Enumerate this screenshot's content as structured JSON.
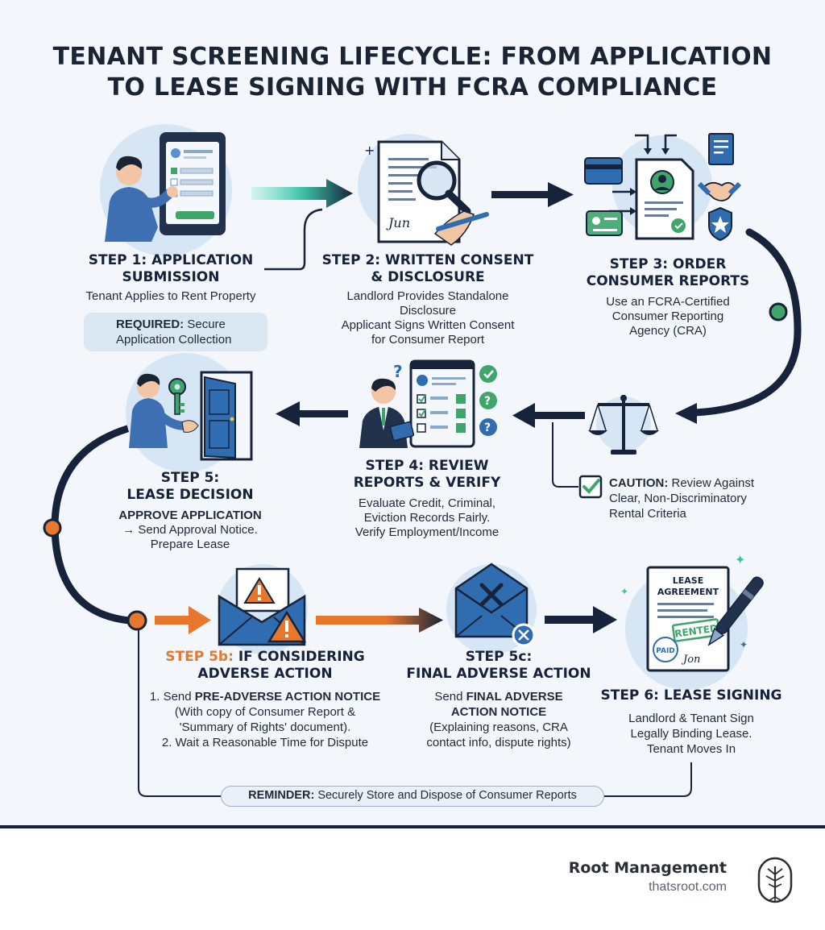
{
  "title": {
    "line1": "TENANT SCREENING LIFECYCLE: FROM APPLICATION",
    "line2": "TO LEASE SIGNING WITH FCRA COMPLIANCE"
  },
  "step1": {
    "heading_line1": "STEP 1: APPLICATION",
    "heading_line2": "SUBMISSION",
    "desc": "Tenant Applies to Rent Property",
    "req_label": "REQUIRED:",
    "req_text1": "Secure",
    "req_text2": "Application Collection"
  },
  "step2": {
    "heading_line1": "STEP 2: WRITTEN CONSENT",
    "heading_line2": "& DISCLOSURE",
    "desc1": "Landlord Provides Standalone",
    "desc2": "Disclosure",
    "desc3": "Applicant Signs Written Consent",
    "desc4": "for Consumer Report",
    "signature": "Jun"
  },
  "step3": {
    "heading_line1": "STEP 3: ORDER",
    "heading_line2": "CONSUMER REPORTS",
    "desc1": "Use an FCRA-Certified",
    "desc2": "Consumer Reporting",
    "desc3": "Agency (CRA)"
  },
  "step4": {
    "heading_line1": "STEP 4: REVIEW",
    "heading_line2": "REPORTS & VERIFY",
    "desc1": "Evaluate Credit, Criminal,",
    "desc2": "Eviction Records Fairly.",
    "desc3": "Verify Employment/Income"
  },
  "caution": {
    "label": "CAUTION:",
    "text1": "Review Against",
    "text2": "Clear, Non-Discriminatory",
    "text3": "Rental Criteria"
  },
  "step5": {
    "heading_line1": "STEP 5:",
    "heading_line2": "LEASE DECISION",
    "desc1": "APPROVE APPLICATION",
    "desc2": "→ Send Approval Notice.",
    "desc3": "Prepare Lease"
  },
  "step5b": {
    "heading_accent": "STEP 5b:",
    "heading_rest": "IF CONSIDERING",
    "heading_line2": "ADVERSE ACTION",
    "line1_prefix": "1. Send",
    "line1_bold": "PRE-ADVERSE ACTION NOTICE",
    "line2": "(With copy of Consumer Report &",
    "line3": "'Summary of Rights' document).",
    "line4": "2. Wait a Reasonable Time for Dispute"
  },
  "step5c": {
    "heading_line1": "STEP 5c:",
    "heading_line2": "FINAL ADVERSE ACTION",
    "line1_prefix": "Send",
    "line1_bold": "FINAL ADVERSE",
    "line2_bold": "ACTION NOTICE",
    "line3": "(Explaining reasons, CRA",
    "line4": "contact info, dispute rights)"
  },
  "step6": {
    "heading": "STEP 6: LEASE SIGNING",
    "desc1": "Landlord & Tenant Sign",
    "desc2": "Legally Binding Lease.",
    "desc3": "Tenant Moves In",
    "doc_title1": "LEASE",
    "doc_title2": "AGREEMENT",
    "stamp": "RENTED",
    "seal": "PAID",
    "signature": "Jon"
  },
  "reminder": {
    "label": "REMINDER:",
    "text": "Securely Store and Dispose of Consumer Reports"
  },
  "brand": {
    "name": "Root Management",
    "url": "thatsroot.com"
  },
  "colors": {
    "navy": "#17233a",
    "orange": "#e8772e",
    "green": "#3fa56b",
    "teal": "#3cc3a8",
    "blue": "#2f6db0",
    "light_blue": "#dbe7f3"
  },
  "icons": [
    "tablet-icon",
    "person-icon",
    "document-icon",
    "magnifier-icon",
    "pen-icon",
    "report-icon",
    "credit-card-icon",
    "handshake-icon",
    "badge-icon",
    "scales-icon",
    "checklist-icon",
    "door-icon",
    "key-icon",
    "warning-envelope-icon",
    "x-envelope-icon",
    "lease-document-icon",
    "lock-icon",
    "check-icon",
    "tree-logo-icon"
  ]
}
